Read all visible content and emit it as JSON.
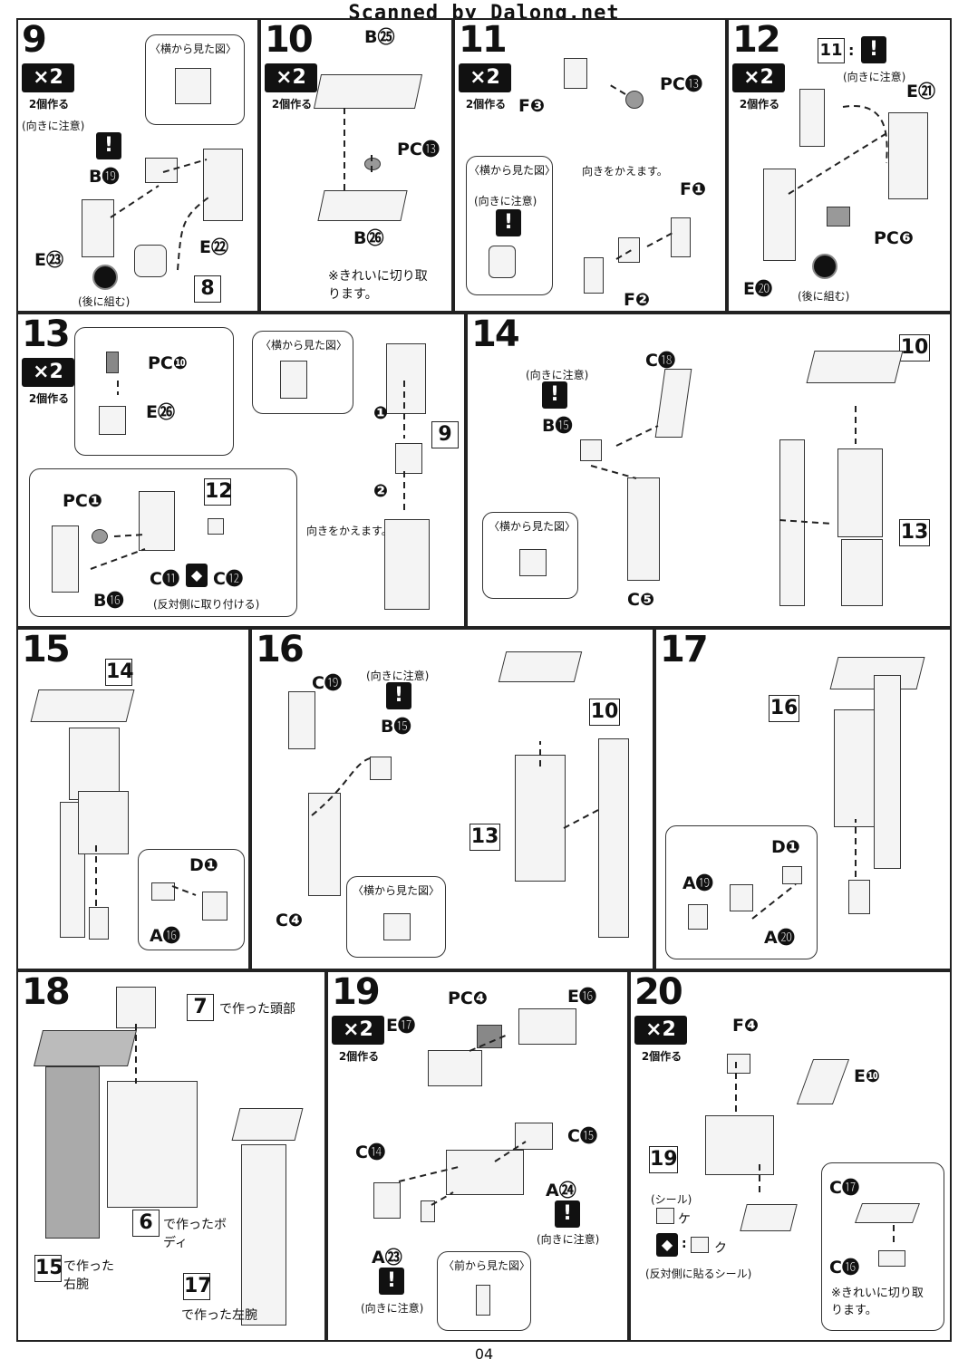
{
  "header": {
    "title": "Scanned by Dalong.net"
  },
  "page_number": "04",
  "common": {
    "x2": "×2",
    "two_make": "2個作る",
    "note": "(向きに注意)",
    "side_view": "〈横から見た図〉",
    "front_view": "〈前から見た図〉",
    "later": "(後に組む)",
    "change_dir": "向きをかえます。",
    "cut_clean": "※きれいに切り取ります。",
    "warn": "!"
  },
  "steps": {
    "s9": {
      "num": "9",
      "parts": [
        "B⓳",
        "E㉓",
        "E㉒"
      ],
      "ref": "8"
    },
    "s10": {
      "num": "10",
      "parts": [
        "B㉕",
        "PC⓭",
        "B㉖"
      ]
    },
    "s11": {
      "num": "11",
      "parts": [
        "PC⓭",
        "F❸",
        "F❶",
        "F❷"
      ]
    },
    "s12": {
      "num": "12",
      "ref": "11",
      "parts": [
        "E㉑",
        "E⓴",
        "PC❻"
      ]
    },
    "s13": {
      "num": "13",
      "parts": [
        "PC❿",
        "E㉖",
        "PC❶",
        "B⓰",
        "C⓫",
        "C⓬"
      ],
      "refs": [
        "9",
        "12"
      ],
      "steps": [
        "❶",
        "❷"
      ],
      "opposite": "(反対側に取り付ける)"
    },
    "s14": {
      "num": "14",
      "parts": [
        "C⓲",
        "B⓯",
        "C❺"
      ],
      "refs": [
        "10",
        "13"
      ]
    },
    "s15": {
      "num": "15",
      "ref": "14",
      "parts": [
        "D❶",
        "A⓰"
      ]
    },
    "s16": {
      "num": "16",
      "parts": [
        "C⓳",
        "B⓯",
        "C❹"
      ],
      "refs": [
        "10",
        "13"
      ]
    },
    "s17": {
      "num": "17",
      "ref": "16",
      "parts": [
        "D❶",
        "A⓳",
        "A⓴"
      ]
    },
    "s18": {
      "num": "18",
      "refs": [
        "7",
        "6",
        "15",
        "17"
      ],
      "labels": [
        "で作った頭部",
        "で作ったボディ",
        "で作った右腕",
        "で作った左腕"
      ]
    },
    "s19": {
      "num": "19",
      "parts": [
        "E⓱",
        "PC❹",
        "E⓰",
        "C⓮",
        "C⓯",
        "A㉔",
        "A㉓"
      ]
    },
    "s20": {
      "num": "20",
      "ref": "19",
      "parts": [
        "F❹",
        "E❿",
        "C⓱",
        "C⓰"
      ],
      "seal": "(シール)",
      "seal_k": "ケ",
      "seal_ku": "ク",
      "seal_opp": "(反対側に貼るシール)"
    }
  }
}
